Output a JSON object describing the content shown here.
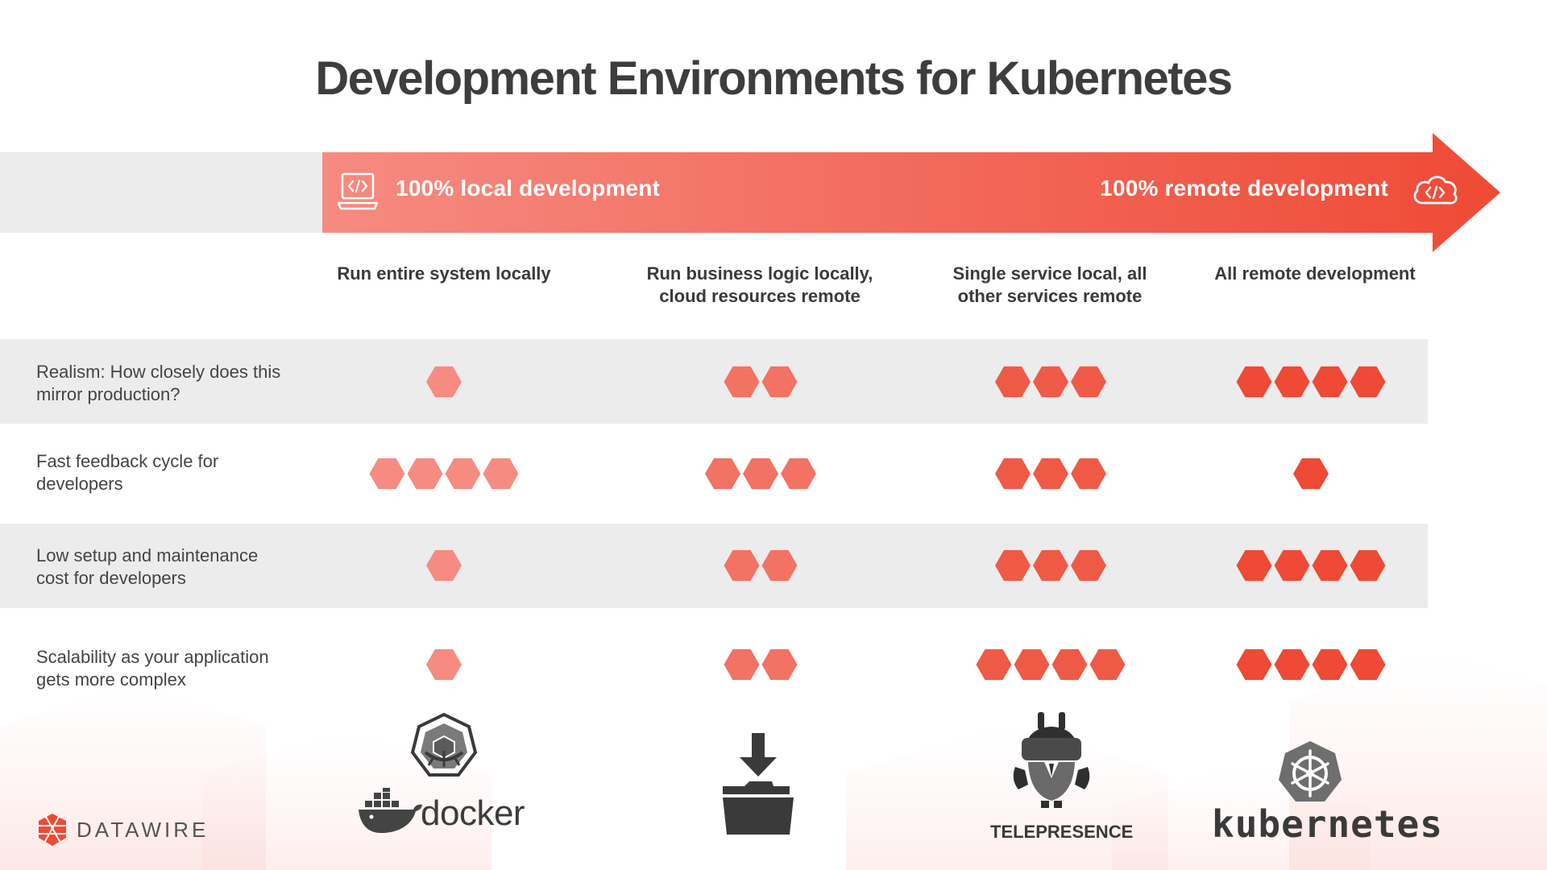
{
  "title": "Development Environments for Kubernetes",
  "spectrum": {
    "left_label": "100% local development",
    "right_label": "100% remote development",
    "left_icon": "laptop-code-icon",
    "right_icon": "cloud-code-icon"
  },
  "colors": {
    "accent_light": "#f68b82",
    "accent_dark": "#ef4a36",
    "row_band": "#ececec",
    "text": "#3a3a3a"
  },
  "columns": [
    {
      "label": "Run entire system locally",
      "lines": [
        "Run entire system locally"
      ],
      "logo": "docker",
      "logo_text": "docker"
    },
    {
      "label": "Run business logic locally, cloud resources remote",
      "lines": [
        "Run business logic locally,",
        "cloud resources remote"
      ],
      "logo": "download-folder",
      "logo_text": ""
    },
    {
      "label": "Single service local, all other services remote",
      "lines": [
        "Single service local, all",
        "other services remote"
      ],
      "logo": "telepresence",
      "logo_text": "TELEPRESENCE"
    },
    {
      "label": "All remote development",
      "lines": [
        "All remote development"
      ],
      "logo": "kubernetes",
      "logo_text": "kubernetes"
    }
  ],
  "rows": [
    {
      "label": "Realism: How closely does this mirror production?",
      "lines": [
        "Realism: How closely does this",
        "mirror production?"
      ],
      "ratings": [
        1,
        2,
        3,
        4
      ]
    },
    {
      "label": "Fast feedback cycle for developers",
      "lines": [
        "Fast feedback cycle for",
        "developers"
      ],
      "ratings": [
        4,
        3,
        3,
        1
      ]
    },
    {
      "label": "Low setup and maintenance cost for developers",
      "lines": [
        "Low setup and maintenance",
        "cost for developers"
      ],
      "ratings": [
        1,
        2,
        3,
        4
      ]
    },
    {
      "label": "Scalability as your application gets more complex",
      "lines": [
        "Scalability as your application",
        "gets more complex"
      ],
      "ratings": [
        1,
        2,
        4,
        4
      ]
    }
  ],
  "brand": {
    "name": "DATAWIRE",
    "icon": "datawire-logo-icon"
  }
}
